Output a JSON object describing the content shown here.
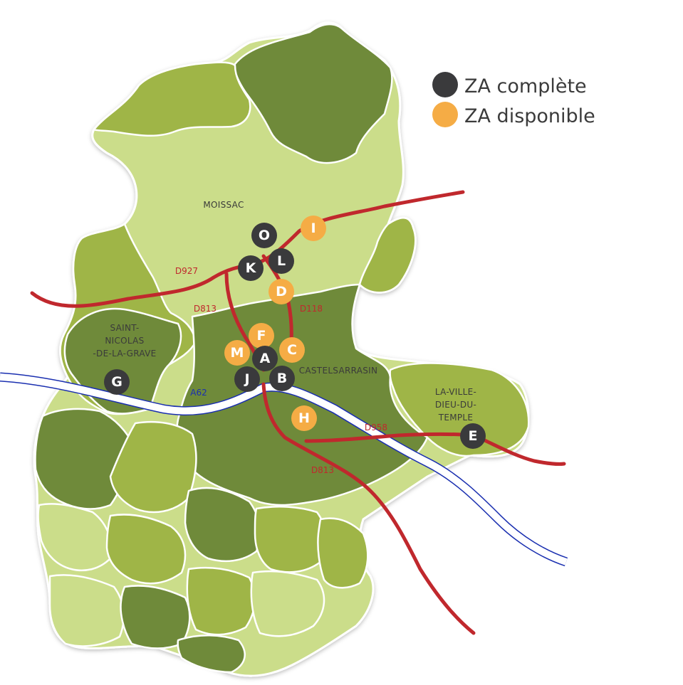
{
  "legend": {
    "complete": {
      "label": "ZA complète",
      "color": "#3a3a3c"
    },
    "available": {
      "label": "ZA disponible",
      "color": "#f5ac45"
    }
  },
  "colors": {
    "light": "#cbdd8a",
    "mid": "#9fb547",
    "dark": "#6f8a3a",
    "road": "#c0282d",
    "highway": "#1a2fb0"
  },
  "places": {
    "moissac": "MOISSAC",
    "castelsarrasin": "CASTELSARRASIN",
    "saint_nicolas": [
      "SAINT-",
      "NICOLAS",
      "-DE-LA-GRAVE"
    ],
    "la_ville_dieu": [
      "LA-VILLE-",
      "DIEU-DU-",
      "TEMPLE"
    ]
  },
  "roads": {
    "d927": "D927",
    "d813_north": "D813",
    "d118": "D118",
    "d958": "D958",
    "d813_south": "D813",
    "a62": "A62"
  },
  "zones": [
    {
      "letter": "O",
      "status": "complete"
    },
    {
      "letter": "I",
      "status": "available"
    },
    {
      "letter": "L",
      "status": "complete"
    },
    {
      "letter": "K",
      "status": "complete"
    },
    {
      "letter": "D",
      "status": "available"
    },
    {
      "letter": "F",
      "status": "available"
    },
    {
      "letter": "M",
      "status": "available"
    },
    {
      "letter": "C",
      "status": "available"
    },
    {
      "letter": "A",
      "status": "complete"
    },
    {
      "letter": "J",
      "status": "complete"
    },
    {
      "letter": "B",
      "status": "complete"
    },
    {
      "letter": "G",
      "status": "complete"
    },
    {
      "letter": "H",
      "status": "available"
    },
    {
      "letter": "E",
      "status": "complete"
    }
  ]
}
